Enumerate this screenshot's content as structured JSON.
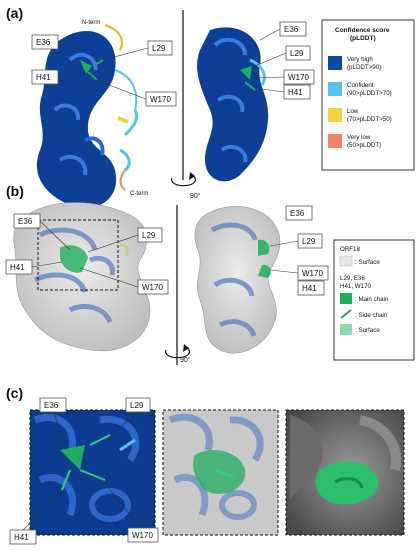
{
  "panels": {
    "a": "(a)",
    "b": "(b)",
    "c": "(c)"
  },
  "terminus": {
    "n": "N-term",
    "c": "C-term"
  },
  "residues": {
    "e36": "E36",
    "l29": "L29",
    "h41": "H41",
    "w170": "W170"
  },
  "rotation": "90°",
  "legend_a": {
    "title_line1": "Confidence score",
    "title_line2": "(pLDDT)",
    "items": [
      {
        "line1": "Very high",
        "line2": "(pLDDT>90)",
        "color": "#0b4aa4"
      },
      {
        "line1": "Confident",
        "line2": "(90>pLDDT>70)",
        "color": "#56c3ea"
      },
      {
        "line1": "Low",
        "line2": "(70>pLDDT>50)",
        "color": "#f5d23a"
      },
      {
        "line1": "Very low",
        "line2": "(50>pLDDT)",
        "color": "#f4845f"
      }
    ]
  },
  "legend_b": {
    "protein": "ORF18",
    "surface_label": ": Surface",
    "residue_line1": "L29, E36",
    "residue_line2": "H41, W170",
    "main_chain": ": Main chain",
    "side_chain": ": Side chain",
    "surface2": ": Surface",
    "colors": {
      "surface_grey": "#e6e6e6",
      "main_chain": "#1fae5d",
      "side_chain": "#1fae5d",
      "surface_green": "#8fd9ad"
    }
  }
}
